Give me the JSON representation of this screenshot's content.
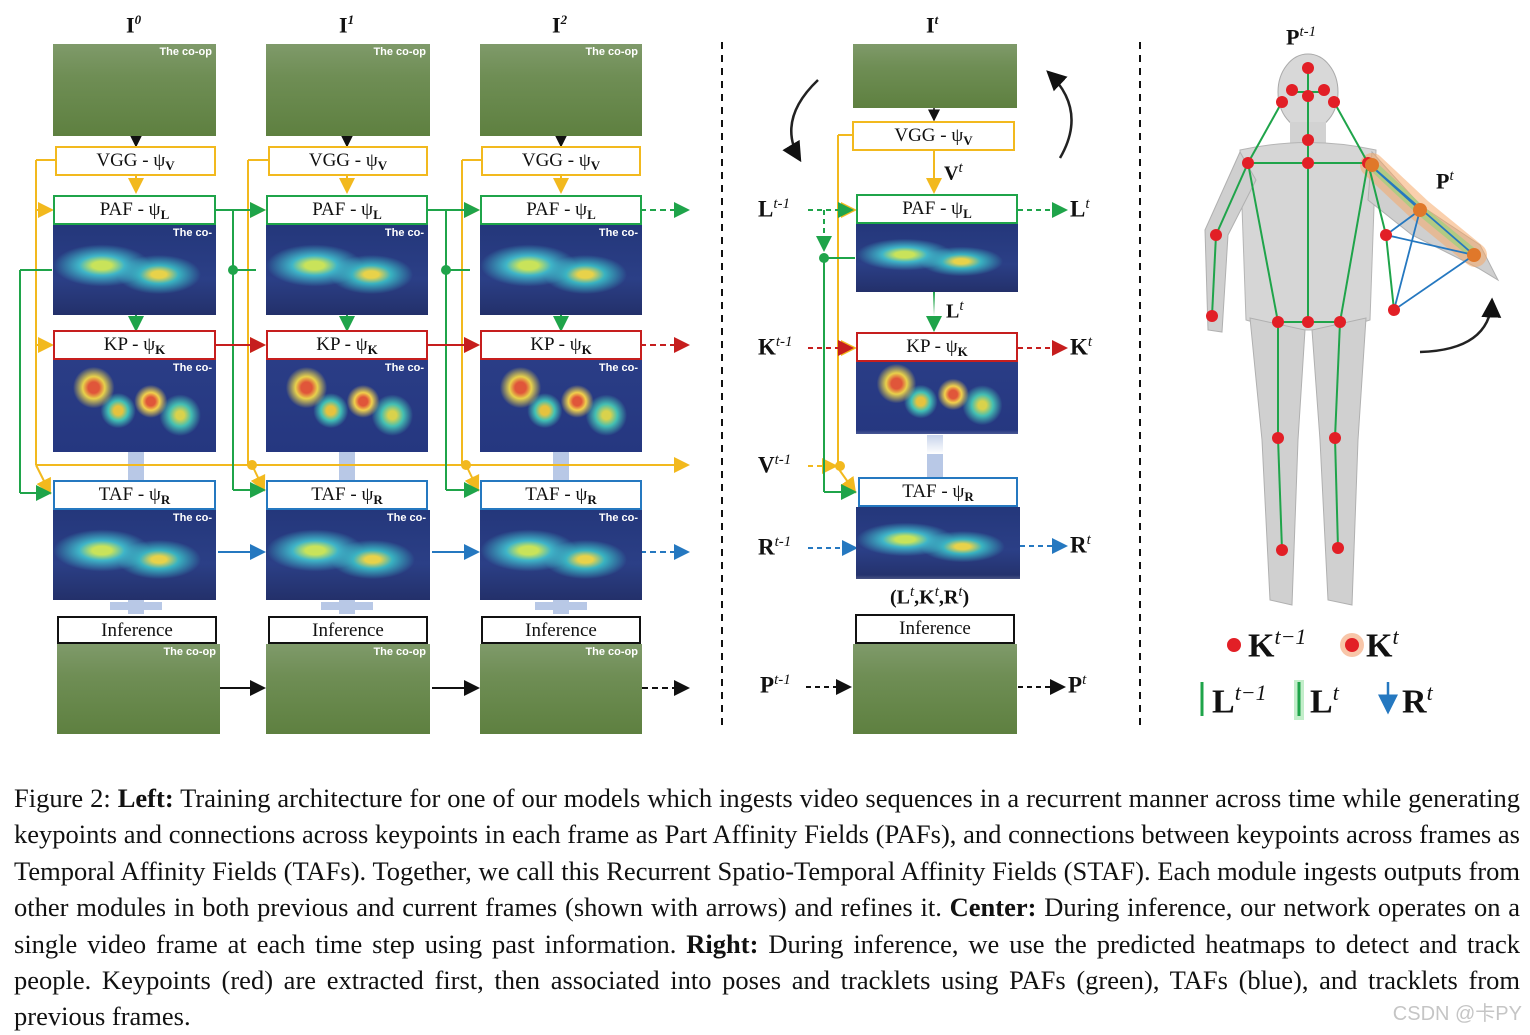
{
  "columns": [
    {
      "title": "I",
      "title_sup": "0"
    },
    {
      "title": "I",
      "title_sup": "1"
    },
    {
      "title": "I",
      "title_sup": "2"
    }
  ],
  "center_title": {
    "title": "I",
    "title_sup": "t"
  },
  "modules": {
    "vgg": "VGG - ψ",
    "vgg_sub": "V",
    "paf": "PAF - ψ",
    "paf_sub": "L",
    "kp": "KP - ψ",
    "kp_sub": "K",
    "taf": "TAF - ψ",
    "taf_sub": "R",
    "inference": "Inference"
  },
  "photo_overlay": "The co-op",
  "heat_overlay": "The co-",
  "center_labels": {
    "vt": "V",
    "vt_sup": "t",
    "lt_mid": "L",
    "lt_mid_sup": "t",
    "lkr": "(L",
    "lkr_tail": ")",
    "left_L": "L",
    "left_L_sup": "t-1",
    "left_K": "K",
    "left_K_sup": "t-1",
    "left_V": "V",
    "left_V_sup": "t-1",
    "left_R": "R",
    "left_R_sup": "t-1",
    "left_P": "P",
    "left_P_sup": "t-1",
    "right_L": "L",
    "right_L_sup": "t",
    "right_K": "K",
    "right_K_sup": "t",
    "right_R": "R",
    "right_R_sup": "t",
    "right_P": "P",
    "right_P_sup": "t"
  },
  "right_panel": {
    "prev_pose": "P",
    "prev_pose_sup": "t-1",
    "cur_pose": "P",
    "cur_pose_sup": "t",
    "legend_k_prev": "K",
    "legend_k_prev_sup": "t−1",
    "legend_k_cur": "K",
    "legend_k_cur_sup": "t",
    "legend_l_prev": "L",
    "legend_l_prev_sup": "t−1",
    "legend_l_cur": "L",
    "legend_l_cur_sup": "t",
    "legend_r": "R",
    "legend_r_sup": "t"
  },
  "colors": {
    "vgg": "#f2b91e",
    "paf": "#1fa44a",
    "kp": "#c61e1e",
    "taf": "#2578c0",
    "keypoint": "#e21f26"
  },
  "caption": {
    "fig": "Figure 2:",
    "left_head": "Left:",
    "left_text": "Training architecture for one of our models which ingests video sequences in a recurrent manner across time while generating keypoints and connections across keypoints in each frame as Part Affinity Fields (PAFs), and connections between keypoints across frames as Temporal Affinity Fields (TAFs). Together, we call this Recurrent Spatio-Temporal Affinity Fields (STAF). Each module ingests outputs from other modules in both previous and current frames (shown with arrows) and refines it.",
    "center_head": "Center:",
    "center_text": "During inference, our network operates on a single video frame at each time step using past information.",
    "right_head": "Right:",
    "right_text": "During inference, we use the predicted heatmaps to detect and track people. Keypoints (red) are extracted first, then associated into poses and tracklets using PAFs (green), TAFs (blue), and tracklets from previous frames."
  },
  "watermark": "CSDN @卡PY"
}
